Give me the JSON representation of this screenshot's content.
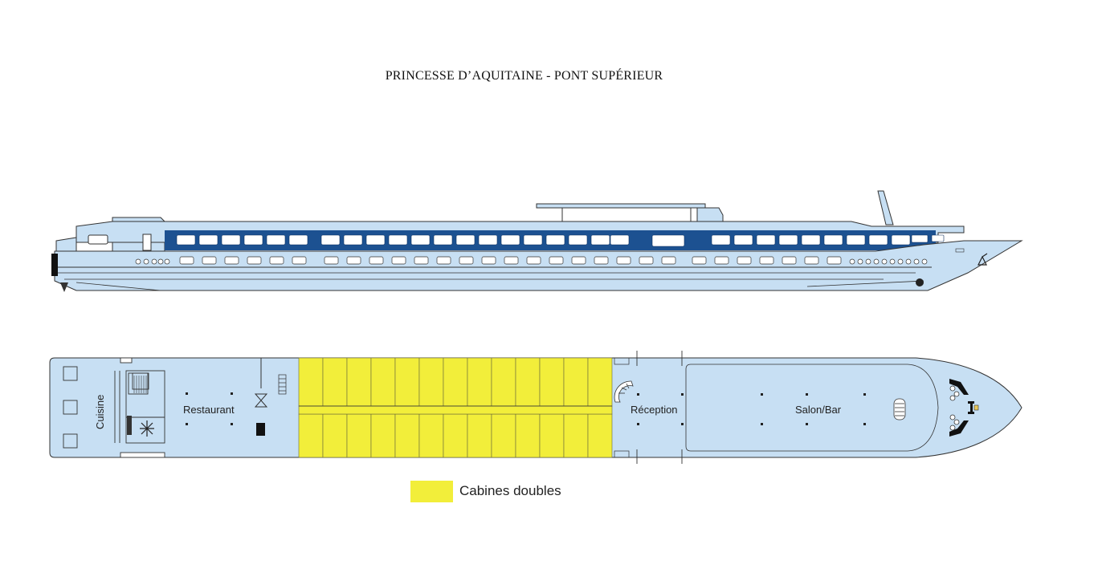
{
  "title": "PRINCESSE D’AQUITAINE  - PONT SUPÉRIEUR",
  "labels": {
    "kitchen": "Cuisine",
    "restaurant": "Restaurant",
    "reception": "Réception",
    "salon": "Salon/Bar"
  },
  "legend": {
    "label": "Cabines doubles",
    "color": "#f2ee3a"
  },
  "colors": {
    "hull": "#c7dff3",
    "window_band": "#1c5191",
    "cabin": "#f2ee3a",
    "outline": "#333333"
  },
  "deck_plan": {
    "cabin_columns": 13,
    "cabin_rows": 2
  }
}
